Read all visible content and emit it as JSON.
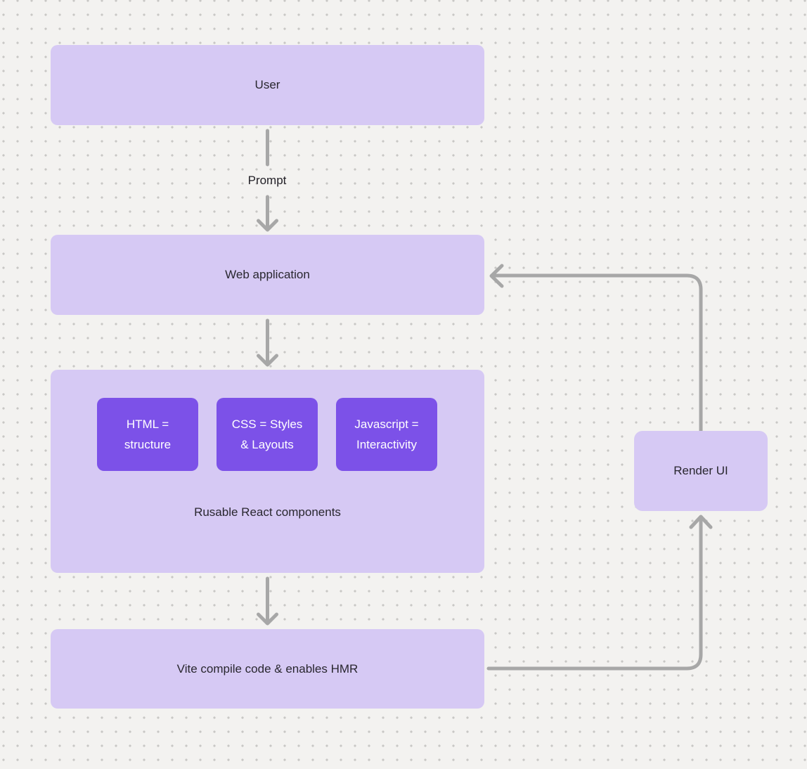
{
  "canvas": {
    "background": "#f3f2f0",
    "dot_color": "#c8c7c5"
  },
  "colors": {
    "node_fill": "#d6c9f4",
    "chip_fill": "#7c51e8",
    "chip_text": "#ffffff",
    "node_text": "#29272f",
    "connector": "#a7a7a7"
  },
  "diagram": {
    "nodes": {
      "user": {
        "label": "User"
      },
      "web_application": {
        "label": "Web application"
      },
      "components": {
        "caption": "Rusable React components",
        "chips": [
          {
            "label": "HTML = structure"
          },
          {
            "label": "CSS = Styles & Layouts"
          },
          {
            "label": "Javascript = Interactivity"
          }
        ]
      },
      "vite": {
        "label": "Vite compile code & enables HMR"
      },
      "render_ui": {
        "label": "Render UI"
      }
    },
    "edges": [
      {
        "from": "user",
        "to": "web_application",
        "label": "Prompt"
      },
      {
        "from": "web_application",
        "to": "components",
        "label": ""
      },
      {
        "from": "components",
        "to": "vite",
        "label": ""
      },
      {
        "from": "vite",
        "to": "render_ui",
        "label": ""
      },
      {
        "from": "render_ui",
        "to": "web_application",
        "label": ""
      }
    ]
  }
}
